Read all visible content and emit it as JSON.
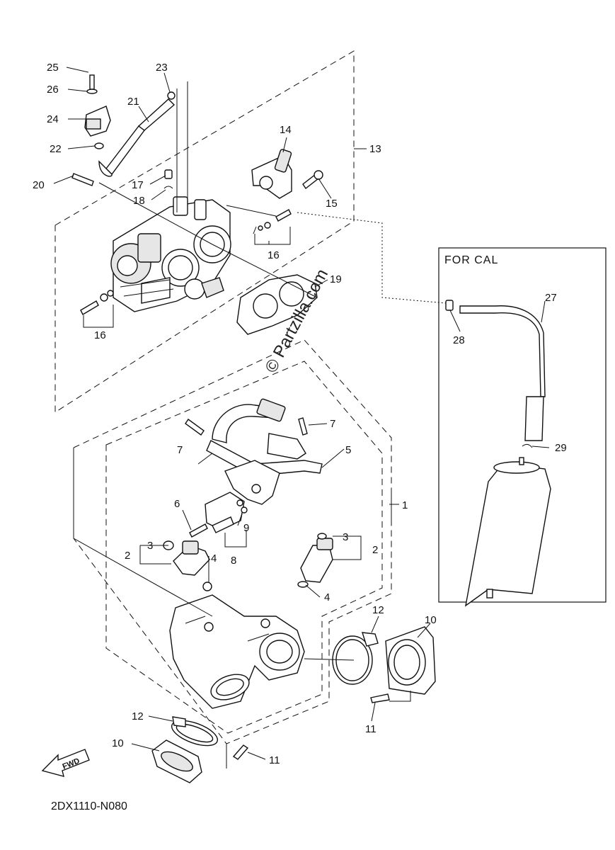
{
  "diagram_code": "2DX1110-N080",
  "watermark": "© Partzilla.com",
  "for_cal_box": {
    "title": "FOR CAL"
  },
  "fwd_label": "FWD",
  "labels": {
    "p1": "1",
    "p2a": "2",
    "p2b": "2",
    "p3a": "3",
    "p3b": "3",
    "p4a": "4",
    "p4b": "4",
    "p5": "5",
    "p6": "6",
    "p7a": "7",
    "p7b": "7",
    "p8": "8",
    "p9": "9",
    "p10a": "10",
    "p10b": "10",
    "p11a": "11",
    "p11b": "11",
    "p12a": "12",
    "p12b": "12",
    "p13": "13",
    "p14": "14",
    "p15": "15",
    "p16a": "16",
    "p16b": "16",
    "p17": "17",
    "p18": "18",
    "p19": "19",
    "p20": "20",
    "p21": "21",
    "p22": "22",
    "p23": "23",
    "p24": "24",
    "p25": "25",
    "p26": "26",
    "p27": "27",
    "p28": "28",
    "p29": "29"
  }
}
